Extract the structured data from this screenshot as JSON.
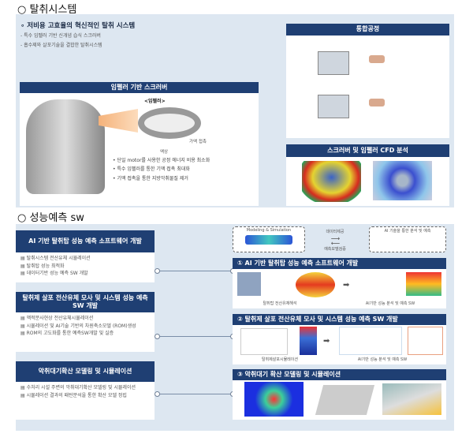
{
  "section1": {
    "title": "○ 탈취시스템",
    "headline": "∘ 저비용 고효율의 혁신적인 탈취 시스템",
    "sub": [
      "- 특수 임펠러 기반 신개념 습식 스크러버",
      "- 흡수제와 살포기술을 결합한 탈취시스템"
    ],
    "impeller_box": {
      "title": "임펠러 기반 스크러버",
      "impeller_label": "<임펠러>",
      "gas_label": "가액 접촉",
      "liquid_label": "액상",
      "bullets": [
        "단일 motor를 사용한 공정 에너지 비용 최소화",
        "특수 임펠러를 통한 기액 접촉 최대화",
        "기액 접촉을 통한 지방악취물질 제거"
      ]
    },
    "process_box": {
      "title": "통합공정"
    },
    "cfd_box": {
      "title": "스크러버 및 임펠러 CFD 분석"
    }
  },
  "section2": {
    "title": "○ 성능예측 sw",
    "left": [
      {
        "title": "AI 기반 탈취탑 성능 예측 소프트웨어 개발",
        "items": [
          "탈취시스템 전산유체 시뮬레이션",
          "탈취탑 성능 최적화",
          "데이터기반 성능 예측 SW 개발"
        ]
      },
      {
        "title": "탈취제 살포 전산유체 모사 및 시스템 성능 예측 SW 개발",
        "items": [
          "액적분사현상 전산유체시뮬레이션",
          "시뮬레이션 및 AI기술 기반의 차원축소모델 (ROM)생성",
          "ROM의 고도화를 통한 예측SW개발 및 실증"
        ]
      },
      {
        "title": "악취대기확산 모델링 및 시뮬레이션",
        "items": [
          "수처리 시설 주변의 악취대기확산 모델링 및 시뮬레이션",
          "시뮬레이션 결과의 패턴분석을 통한 확산 모델 정립"
        ]
      }
    ],
    "top": {
      "left_label": "Modeling & Simulation",
      "arrow_top": "데이터제공",
      "arrow_bottom": "예측모델검증",
      "right_label": "AI 기술을 통한 분석 및 예측"
    },
    "right": [
      {
        "title": "① AI 기반 탈취탑 성능 예측 소프트웨어 개발",
        "cap1": "탈취탑 전산유체해석",
        "cap2": "AI기반 성능 분석 및 예측 SW"
      },
      {
        "title": "② 탈취제 살포 전산유체 모사 및 시스템 성능 예측 SW 개발",
        "cap1": "탈취제살포시뮬레이션",
        "cap2": "AI기반 성능 분석 및 예측 SW"
      },
      {
        "title": "③ 악취대기 확산 모델링 및 시뮬레이션"
      }
    ]
  }
}
